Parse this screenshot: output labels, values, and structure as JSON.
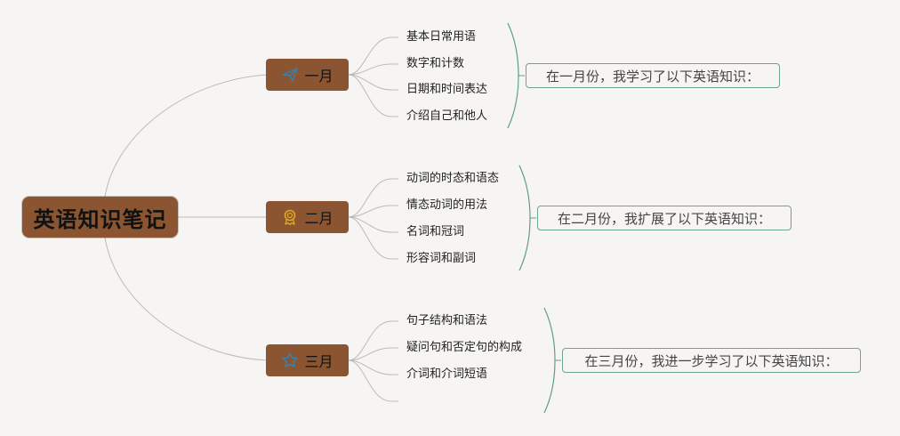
{
  "root": {
    "label": "英语知识笔记"
  },
  "colors": {
    "node_fill": "#8a5530",
    "link_gray": "#bdbab6",
    "bracket_green": "#5e9e82",
    "icon_blue": "#3d7fa8",
    "icon_gold": "#e0a825"
  },
  "branches": [
    {
      "label": "一月",
      "icon": "paper-plane-icon",
      "topics": [
        "基本日常用语",
        "数字和计数",
        "日期和时间表达",
        "介绍自己和他人"
      ],
      "summary": "在一月份，我学习了以下英语知识："
    },
    {
      "label": "二月",
      "icon": "award-ribbon-icon",
      "topics": [
        "动词的时态和语态",
        "情态动词的用法",
        "名词和冠词",
        "形容词和副词"
      ],
      "summary": "在二月份，我扩展了以下英语知识："
    },
    {
      "label": "三月",
      "icon": "star-icon",
      "topics": [
        "句子结构和语法",
        "疑问句和否定句的构成",
        "介词和介词短语",
        ""
      ],
      "summary": "在三月份，我进一步学习了以下英语知识："
    }
  ]
}
